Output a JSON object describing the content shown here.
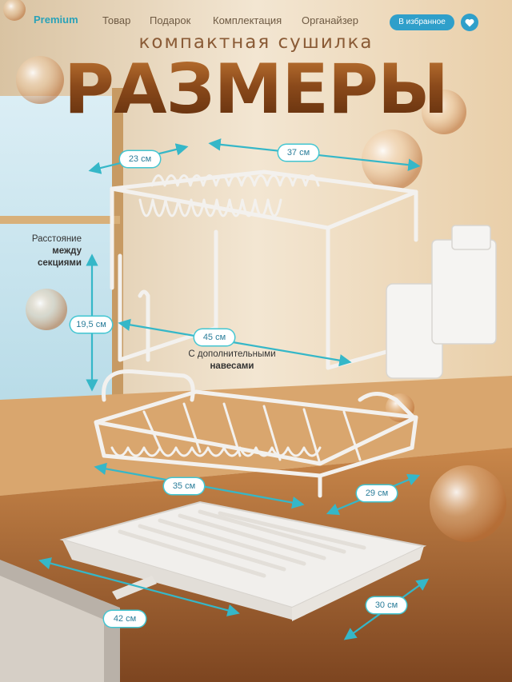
{
  "nav": {
    "brand": "Premium",
    "items": [
      "Товар",
      "Подарок",
      "Комплектация",
      "Органайзер"
    ],
    "favorite_label": "В избранное",
    "heart_icon": "heart-icon"
  },
  "hero": {
    "subtitle": "компактная сушилка",
    "title": "РАЗМЕРЫ"
  },
  "dimensions": {
    "top_depth": "23 см",
    "top_width": "37 см",
    "gap_height": "19,5 см",
    "middle_width": "45 см",
    "lower_width": "35 см",
    "lower_depth": "29 см",
    "tray_width": "42 см",
    "tray_depth": "30 см"
  },
  "notes": {
    "gap_line1": "Расстояние",
    "gap_line2": "между",
    "gap_line3": "секциями",
    "hooks_line1": "С дополнительными",
    "hooks_line2": "навесами"
  },
  "colors": {
    "accent": "#2f9fca",
    "arrow": "#3bbccb",
    "title": "#8a4a1d"
  }
}
